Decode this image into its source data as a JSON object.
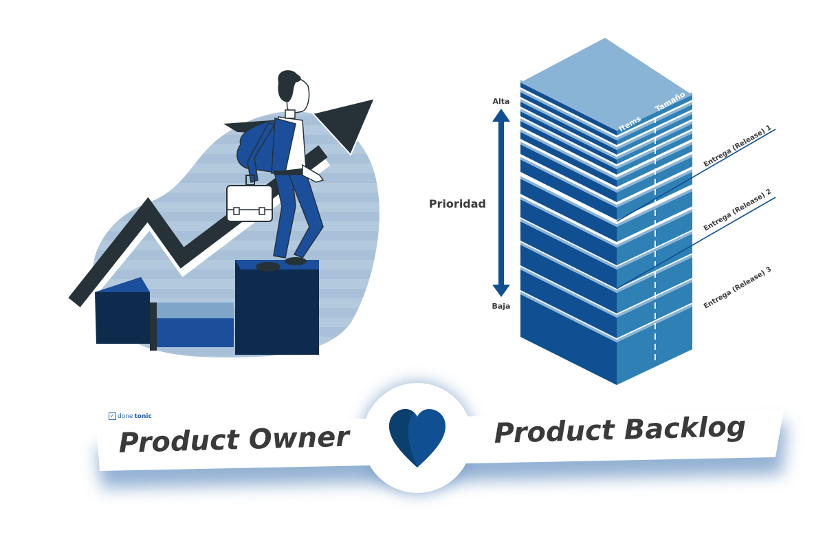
{
  "illustration": {
    "subject": "businessman-climbing-growth-chart",
    "colors": {
      "blob": "#a9c1d8",
      "arrow": "#263238",
      "suit": "#1b4f9c",
      "bar_dark": "#0e2a4d",
      "bar_mid": "#1b4f9c",
      "bar_light": "#7fa6c8"
    }
  },
  "backlog_diagram": {
    "priority_label": "Prioridad",
    "high_label": "Alta",
    "low_label": "Baja",
    "column_items": "Items",
    "column_size": "Tamaño",
    "releases": [
      {
        "label": "Entrega (Release) 1"
      },
      {
        "label": "Entrega (Release) 2"
      },
      {
        "label": "Entrega (Release) 3"
      }
    ],
    "colors": {
      "top": "#8ab4d6",
      "left_face": "#0f4f92",
      "right_face": "#2e80b5",
      "gap": "#8ab4d6",
      "arrow": "#0f4f92"
    }
  },
  "banner": {
    "brand_prefix": "done",
    "brand_suffix": "tonic",
    "left_title": "Product Owner",
    "right_title": "Product Backlog",
    "heart_colors": {
      "dark": "#0b3f6e",
      "main": "#0f4f92"
    },
    "glow": "#6f98c4"
  }
}
